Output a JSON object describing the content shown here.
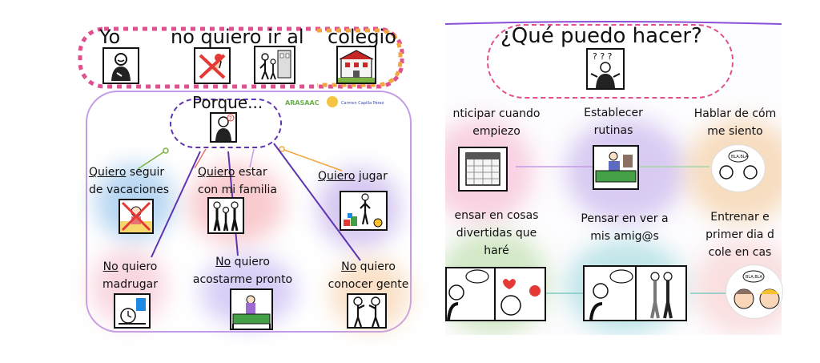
{
  "left": {
    "sentence": {
      "w1": "Yo",
      "w2": "no quiero ir al",
      "w3": "colegio"
    },
    "reason_title": "Porque...",
    "credit_logo": "ARASAAC",
    "credit_author": "Carmen Capilla Pérez",
    "wants": [
      {
        "verb": "Quiero",
        "rest": " seguir",
        "line2": "de vacaciones"
      },
      {
        "verb": "Quiero",
        "rest": " estar",
        "line2": "con mi familia"
      },
      {
        "verb": "Quiero",
        "rest": " jugar",
        "line2": ""
      }
    ],
    "dont_wants": [
      {
        "verb": "No",
        "rest": " quiero",
        "line2": "madrugar"
      },
      {
        "verb": "No",
        "rest": " quiero",
        "line2": "acostarme pronto"
      },
      {
        "verb": "No",
        "rest": " quiero",
        "line2": "conocer gente"
      }
    ]
  },
  "right": {
    "title": "¿Qué puedo hacer?",
    "tips": [
      {
        "l1": "nticipar cuando",
        "l2": "empiezo"
      },
      {
        "l1": "Establecer",
        "l2": "rutinas"
      },
      {
        "l1": "Hablar de cóm",
        "l2": "me siento"
      },
      {
        "l1": "ensar en cosas",
        "l2": "divertidas que",
        "l3": "haré"
      },
      {
        "l1": "Pensar en ver a",
        "l2": "mis amig@s"
      },
      {
        "l1": "Entrenar e",
        "l2": "primer dia d",
        "l3": "cole en cas"
      }
    ],
    "speech_text": "BLA,BLA"
  },
  "colors": {
    "orange_dash": "#f2a640",
    "pink_dash": "#e0508f",
    "purple": "#8a4fd6",
    "purple_light": "#c49be6"
  }
}
